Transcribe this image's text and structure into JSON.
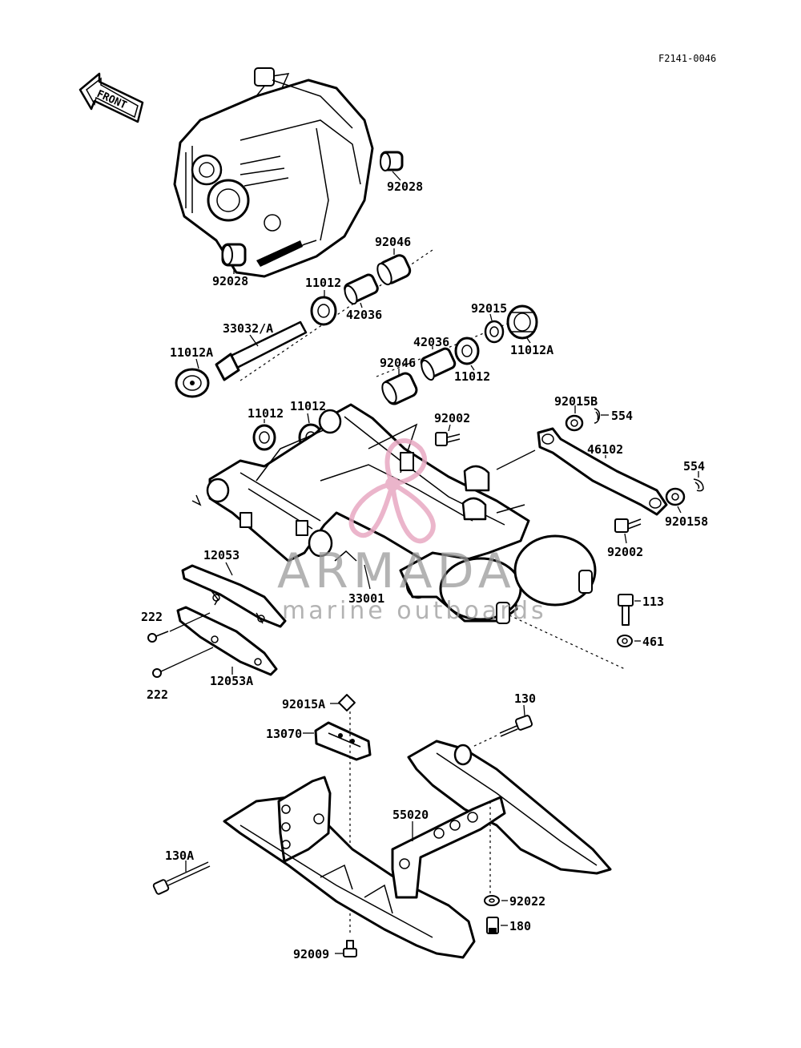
{
  "diagram": {
    "code": "F2141-0046",
    "front_label": "FRONT",
    "accent_color": "#e8a9c2",
    "watermark": {
      "brand": "ARMADA",
      "tagline": "marine outboards"
    },
    "labels": {
      "p92028_top": "92028",
      "p92028_left": "92028",
      "p92046_a": "92046",
      "p11012_a": "11012",
      "p42036_a": "42036",
      "p33032": "33032/A",
      "p11012A_left": "11012A",
      "p92015": "92015",
      "p11012A_right": "11012A",
      "p42036_b": "42036",
      "p92046_b": "92046",
      "p11012_b": "11012",
      "p11012_c": "11012",
      "p11012_d": "11012",
      "p92002_a": "92002",
      "p92015B": "92015B",
      "p554_a": "554",
      "p46102": "46102",
      "p554_b": "554",
      "p920158": "920158",
      "p92002_b": "92002",
      "p12053": "12053",
      "p222_a": "222",
      "p222_b": "222",
      "p12053A": "12053A",
      "p33001": "33001",
      "p113": "113",
      "p461": "461",
      "p92015A": "92015A",
      "p13070": "13070",
      "p130": "130",
      "p55020": "55020",
      "p130A": "130A",
      "p92022": "92022",
      "p180": "180",
      "p92009": "92009"
    }
  }
}
